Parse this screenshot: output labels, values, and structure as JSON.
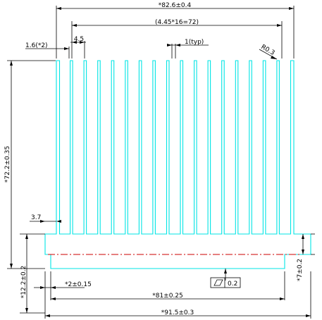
{
  "colors": {
    "profile": "#00e5e5",
    "dimension": "#000000",
    "centerline": "#cc0000",
    "background": "#ffffff"
  },
  "dimensions": {
    "overall_fin_width": "*82.6±0.4",
    "fin_pitch": "(4.45*16=72)",
    "outer_fin_thickness": "1.6(*2)",
    "first_pitch": "4.5",
    "fin_tip": "1(typ)",
    "tip_radius": "R0.3",
    "overall_height": "*72.2±0.35",
    "base_step": "3.7",
    "base_total_thickness": "*12.2±0.2",
    "base_plate_thickness": "*7±0.2",
    "recess_offset": "*2±0.15",
    "recess_width": "*81±0.25",
    "overall_base_width": "*91.5±0.3",
    "flatness": "0.2"
  }
}
